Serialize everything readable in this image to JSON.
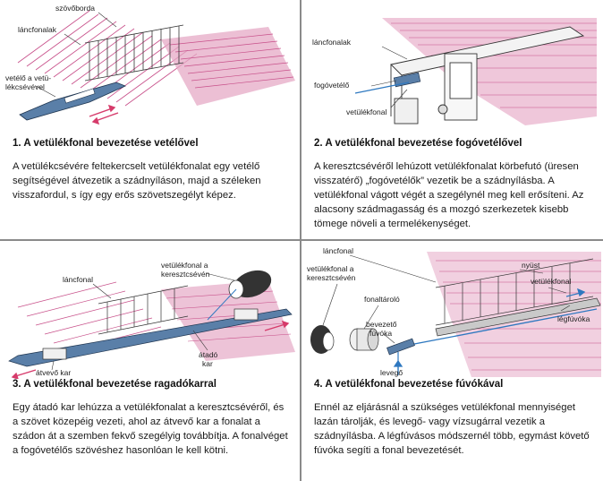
{
  "panels": [
    {
      "caption": "1. A vetülékfonal bevezetése vetélővel",
      "body": "A vetülékcsévére feltekercselt vetülékfonalat egy vetélő segítségével átvezetik a szádnyíláson, majd a széleken visszafordul, s így egy erős szövetszegélyt képez.",
      "labels": {
        "szovoborda": "szövőborda",
        "lancfonalak": "láncfonalak",
        "vetelo_a": "vetélő a vetü-",
        "vetelo_b": "lékcsévével"
      }
    },
    {
      "caption": "2. A vetülékfonal bevezetése fogóvetélővel",
      "body": "A keresztcsévéről lehúzott vetülékfonalat körbefutó (üresen visszatérő) „fogóvetélők” vezetik be a szádnyílásba. A vetülékfonal vágott végét a szegélynél meg kell erősíteni. Az alacsony szádmagasság és a mozgó szerkezetek kisebb tömege növeli a termelékenységet.",
      "labels": {
        "lancfonalak": "láncfonalak",
        "fogovetelo": "fogóvetélő",
        "vetulekfonal": "vetülékfonal"
      }
    },
    {
      "caption": "3. A vetülékfonal bevezetése ragadókarral",
      "body": "Egy átadó kar lehúzza a vetülékfonalat a keresztcsévéről, és a szövet közepéig vezeti, ahol az átvevő kar a fonalat a szádon át a szemben fekvő szegélyig továbbítja. A fonalvéget a fogóvetélős szövéshez hasonlóan le kell kötni.",
      "labels": {
        "vetulek_a": "vetülékfonal a",
        "vetulek_b": "keresztcsévén",
        "lancfonal": "láncfonal",
        "atado_a": "átadó",
        "atado_b": "kar",
        "atvevo": "átvevő kar"
      }
    },
    {
      "caption": "4. A vetülékfonal bevezetése fúvókával",
      "body": "Ennél az eljárásnál a szükséges vetülékfonal mennyiséget lazán tárolják, és levegő- vagy vízsugárral vezetik a szádnyílásba. A légfúvásos módszernél több, egymást követő fúvóka segíti a fonal bevezetését.",
      "labels": {
        "lancfonal": "láncfonal",
        "nyust": "nyüst",
        "vetulek_a": "vetülékfonal a",
        "vetulek_b": "keresztcsévén",
        "vetulekfonal": "vetülékfonal",
        "fonaltarolo": "fonaltároló",
        "legfuvoka": "légfúvóka",
        "bevezeto_a": "bevezető",
        "bevezeto_b": "fúvóka",
        "levego": "levegő"
      }
    }
  ],
  "colors": {
    "warp": "#c8508a",
    "warp_light": "#e6a9c6",
    "metal": "#5a7fa8",
    "arrow": "#d63b6b",
    "blue": "#2e78c0"
  }
}
